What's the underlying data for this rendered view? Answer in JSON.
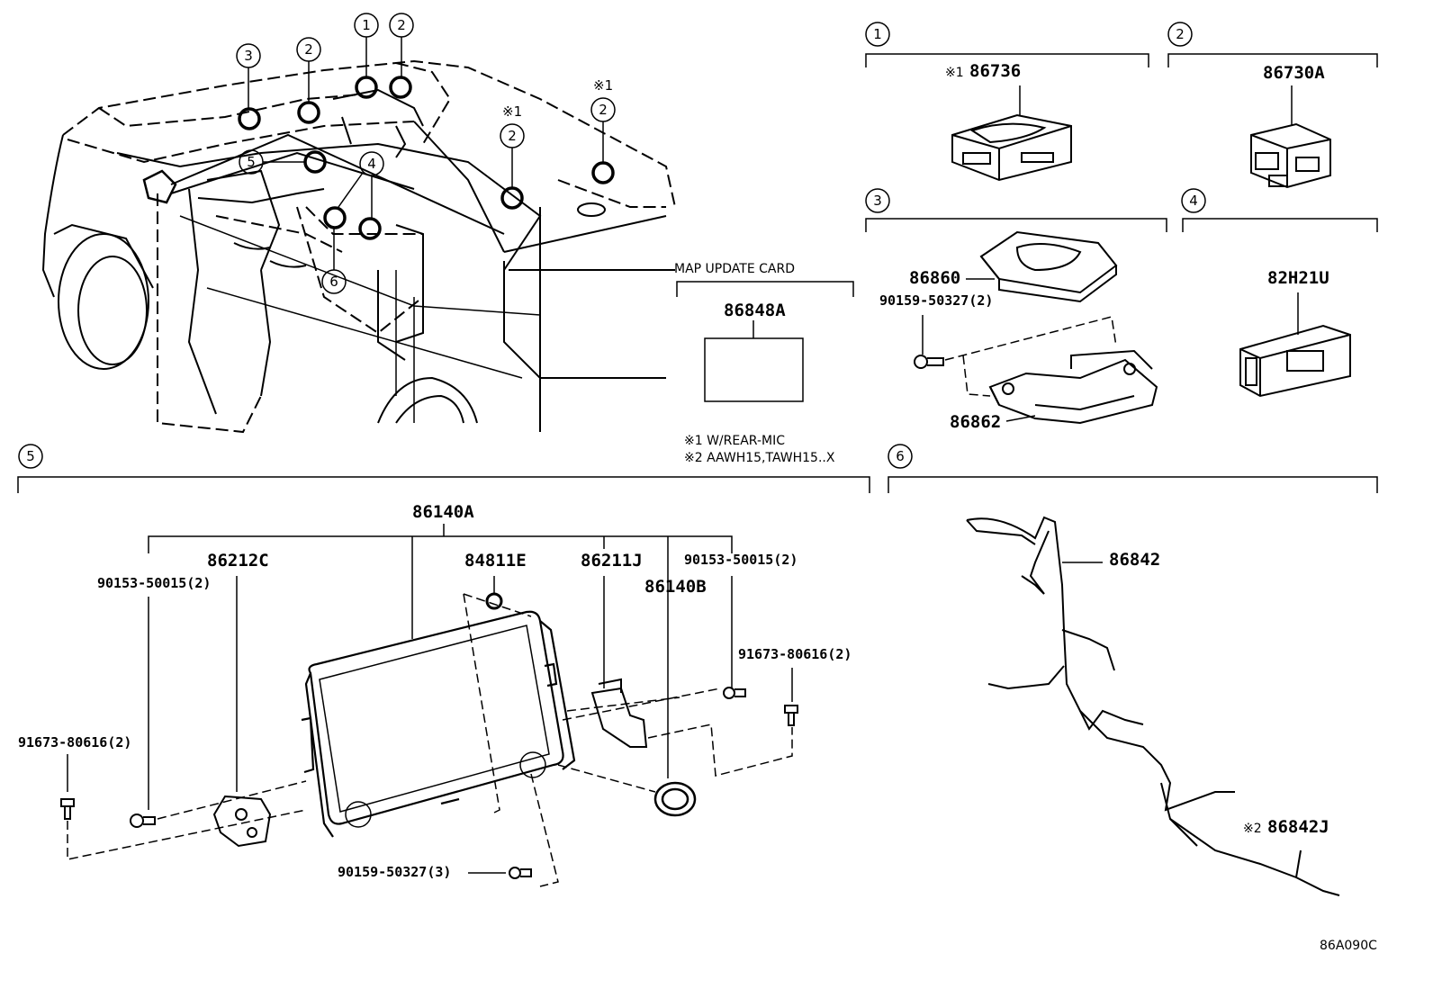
{
  "section_labels": {
    "s1": "1",
    "s2": "2",
    "s3": "3",
    "s4": "4",
    "s5": "5",
    "s6": "6"
  },
  "callouts": {
    "note1": "※1"
  },
  "notes": {
    "n1": "※1 W/REAR-MIC",
    "n2": "※2 AAWH15,TAWH15..X"
  },
  "map_card": {
    "title": "MAP UPDATE CARD",
    "part": "86848A"
  },
  "s1_part": {
    "note": "※1",
    "pn": "86736"
  },
  "s2_part": "86730A",
  "s3_parts": {
    "unit": "86860",
    "screw": "90159-50327(2)",
    "bracket": "86862"
  },
  "s4_part": "82H21U",
  "s5_parts": {
    "assembly": "86140A",
    "bracket_l": "86212C",
    "screw_l": "90153-50015(2)",
    "bolt_l": "91673-80616(2)",
    "cap": "84811E",
    "bracket_r": "86211J",
    "knob": "86140B",
    "screw_r": "90153-50015(2)",
    "bolt_r": "91673-80616(2)",
    "screw_b": "90159-50327(3)"
  },
  "s6_parts": {
    "harness": "86842",
    "sub_note": "※2",
    "sub": "86842J"
  },
  "diagram_id": "86A090C"
}
